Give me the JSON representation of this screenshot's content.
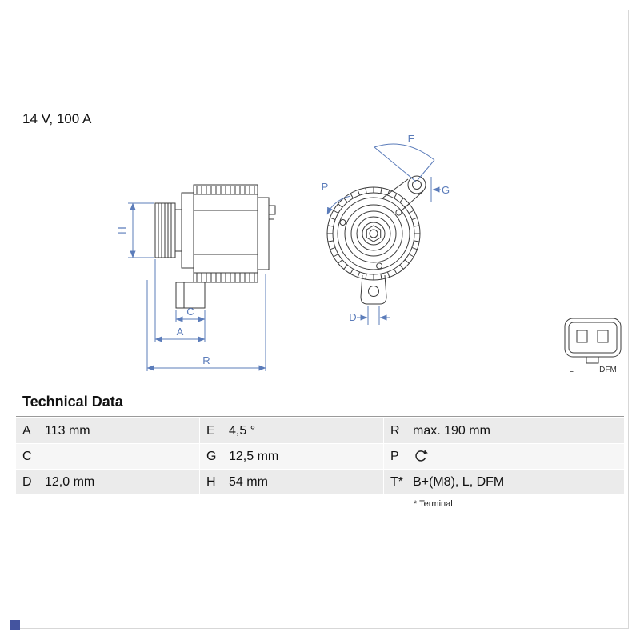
{
  "page": {
    "rating": "14 V, 100 A"
  },
  "diagram": {
    "side_view": {
      "labels": {
        "h": "H",
        "c": "C",
        "a": "A",
        "r": "R"
      }
    },
    "front_view": {
      "labels": {
        "e": "E",
        "p": "P",
        "g": "G",
        "d": "D"
      }
    },
    "connector": {
      "pin_labels": {
        "left": "L",
        "right": "DFM"
      }
    }
  },
  "technical_data": {
    "title": "Technical Data",
    "rows": [
      {
        "k1": "A",
        "v1": "113 mm",
        "k2": "E",
        "v2": "4,5 °",
        "k3": "R",
        "v3": "max. 190 mm"
      },
      {
        "k1": "C",
        "v1": "",
        "k2": "G",
        "v2": "12,5 mm",
        "k3": "P",
        "v3": "",
        "v3_icon": "rotation-direction-icon"
      },
      {
        "k1": "D",
        "v1": "12,0 mm",
        "k2": "H",
        "v2": "54 mm",
        "k3": "T*",
        "v3": "B+(M8), L, DFM"
      }
    ],
    "footnote": "* Terminal"
  },
  "colors": {
    "dimension_blue": "#5b7cba",
    "drawing_stroke": "#3a3a3a",
    "row_shade": "#ebebeb",
    "row_light": "#f6f6f6",
    "corner_accent": "#44549f",
    "frame_border": "#d7d7d7"
  }
}
